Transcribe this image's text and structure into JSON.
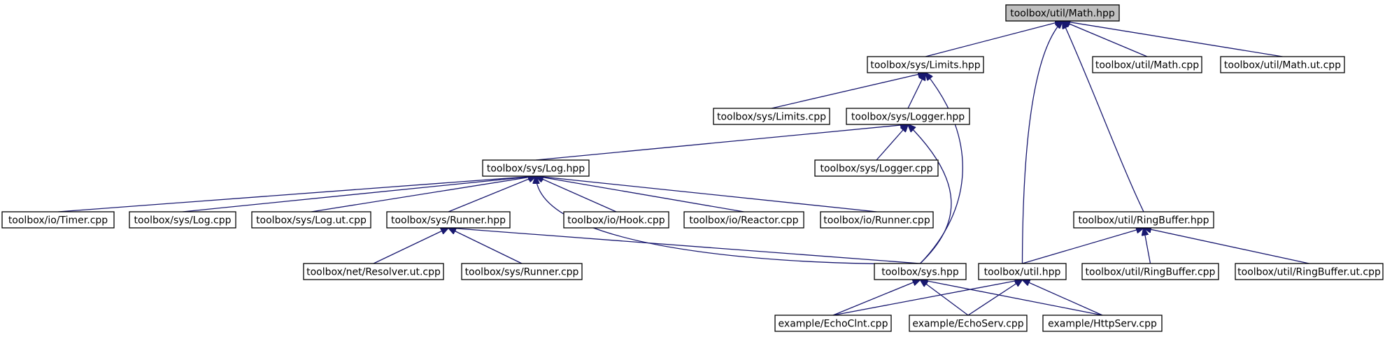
{
  "nodes": [
    {
      "id": "math_hpp",
      "label": "toolbox/util/Math.hpp",
      "root": true
    },
    {
      "id": "limits_hpp",
      "label": "toolbox/sys/Limits.hpp"
    },
    {
      "id": "math_cpp",
      "label": "toolbox/util/Math.cpp"
    },
    {
      "id": "math_ut_cpp",
      "label": "toolbox/util/Math.ut.cpp"
    },
    {
      "id": "limits_cpp",
      "label": "toolbox/sys/Limits.cpp"
    },
    {
      "id": "logger_hpp",
      "label": "toolbox/sys/Logger.hpp"
    },
    {
      "id": "log_hpp",
      "label": "toolbox/sys/Log.hpp"
    },
    {
      "id": "logger_cpp",
      "label": "toolbox/sys/Logger.cpp"
    },
    {
      "id": "timer_cpp",
      "label": "toolbox/io/Timer.cpp"
    },
    {
      "id": "log_cpp",
      "label": "toolbox/sys/Log.cpp"
    },
    {
      "id": "log_ut_cpp",
      "label": "toolbox/sys/Log.ut.cpp"
    },
    {
      "id": "runner_hpp",
      "label": "toolbox/sys/Runner.hpp"
    },
    {
      "id": "hook_cpp",
      "label": "toolbox/io/Hook.cpp"
    },
    {
      "id": "reactor_cpp",
      "label": "toolbox/io/Reactor.cpp"
    },
    {
      "id": "io_runner_cpp",
      "label": "toolbox/io/Runner.cpp"
    },
    {
      "id": "ringbuffer_hpp",
      "label": "toolbox/util/RingBuffer.hpp"
    },
    {
      "id": "resolver_ut_cpp",
      "label": "toolbox/net/Resolver.ut.cpp"
    },
    {
      "id": "sys_runner_cpp",
      "label": "toolbox/sys/Runner.cpp"
    },
    {
      "id": "sys_hpp",
      "label": "toolbox/sys.hpp"
    },
    {
      "id": "util_hpp",
      "label": "toolbox/util.hpp"
    },
    {
      "id": "ringbuffer_cpp",
      "label": "toolbox/util/RingBuffer.cpp"
    },
    {
      "id": "ringbuffer_ut_cpp",
      "label": "toolbox/util/RingBuffer.ut.cpp"
    },
    {
      "id": "echoclnt_cpp",
      "label": "example/EchoClnt.cpp"
    },
    {
      "id": "echoserv_cpp",
      "label": "example/EchoServ.cpp"
    },
    {
      "id": "httpserv_cpp",
      "label": "example/HttpServ.cpp"
    }
  ],
  "edges": [
    {
      "from": "limits_hpp",
      "to": "math_hpp"
    },
    {
      "from": "util_hpp",
      "to": "math_hpp"
    },
    {
      "from": "ringbuffer_hpp",
      "to": "math_hpp"
    },
    {
      "from": "math_cpp",
      "to": "math_hpp"
    },
    {
      "from": "math_ut_cpp",
      "to": "math_hpp"
    },
    {
      "from": "limits_cpp",
      "to": "limits_hpp"
    },
    {
      "from": "logger_hpp",
      "to": "limits_hpp"
    },
    {
      "from": "sys_hpp",
      "to": "limits_hpp"
    },
    {
      "from": "log_hpp",
      "to": "logger_hpp"
    },
    {
      "from": "logger_cpp",
      "to": "logger_hpp"
    },
    {
      "from": "sys_hpp",
      "to": "logger_hpp"
    },
    {
      "from": "timer_cpp",
      "to": "log_hpp"
    },
    {
      "from": "log_cpp",
      "to": "log_hpp"
    },
    {
      "from": "log_ut_cpp",
      "to": "log_hpp"
    },
    {
      "from": "runner_hpp",
      "to": "log_hpp"
    },
    {
      "from": "sys_hpp",
      "to": "log_hpp"
    },
    {
      "from": "hook_cpp",
      "to": "log_hpp"
    },
    {
      "from": "reactor_cpp",
      "to": "log_hpp"
    },
    {
      "from": "io_runner_cpp",
      "to": "log_hpp"
    },
    {
      "from": "resolver_ut_cpp",
      "to": "runner_hpp"
    },
    {
      "from": "sys_runner_cpp",
      "to": "runner_hpp"
    },
    {
      "from": "sys_hpp",
      "to": "runner_hpp"
    },
    {
      "from": "util_hpp",
      "to": "ringbuffer_hpp"
    },
    {
      "from": "ringbuffer_cpp",
      "to": "ringbuffer_hpp"
    },
    {
      "from": "ringbuffer_ut_cpp",
      "to": "ringbuffer_hpp"
    },
    {
      "from": "echoclnt_cpp",
      "to": "sys_hpp"
    },
    {
      "from": "echoserv_cpp",
      "to": "sys_hpp"
    },
    {
      "from": "httpserv_cpp",
      "to": "sys_hpp"
    },
    {
      "from": "echoclnt_cpp",
      "to": "util_hpp"
    },
    {
      "from": "echoserv_cpp",
      "to": "util_hpp"
    },
    {
      "from": "httpserv_cpp",
      "to": "util_hpp"
    }
  ]
}
